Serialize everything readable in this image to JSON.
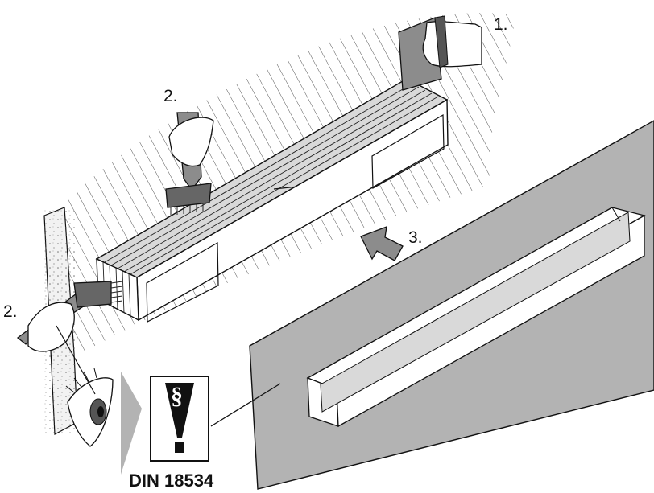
{
  "steps": {
    "step1": "1.",
    "step2_top": "2.",
    "step2_left": "2.",
    "step3": "3."
  },
  "standard": {
    "symbol": "§",
    "norm": "DIN 18534"
  },
  "colors": {
    "line": "#111111",
    "panel": "#b3b3b3",
    "tile": "#c9c9c9",
    "pad": "#8c8c8c",
    "concrete": "#f2f2f2"
  }
}
